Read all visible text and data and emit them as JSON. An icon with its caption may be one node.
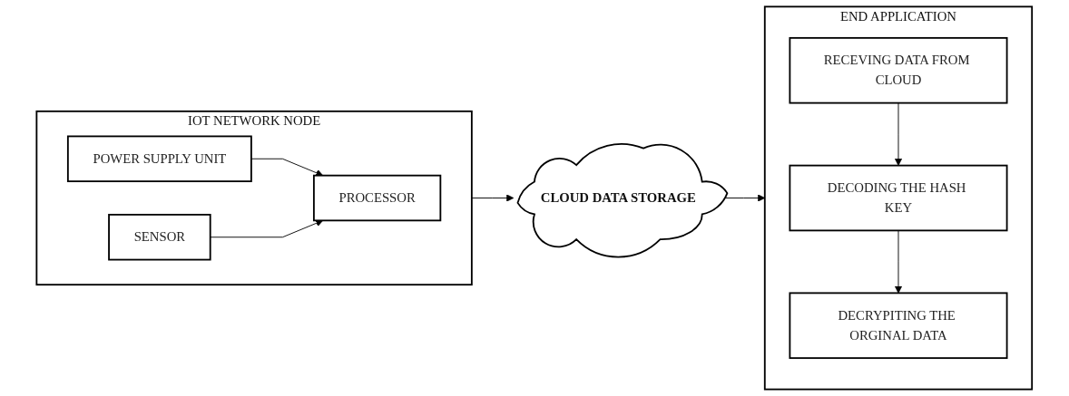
{
  "diagram": {
    "nodes": [
      {
        "text": [
          "IOT NETWORK NODE"
        ]
      },
      {
        "text": [
          "POWER SUPPLY UNIT"
        ],
        "in": 0
      },
      {
        "text": [
          "SENSOR"
        ],
        "in": 0
      },
      {
        "text": [
          "PROCESSOR"
        ],
        "in": 0
      },
      {
        "text": [
          "CLOUD DATA STORAGE"
        ]
      },
      {
        "text": [
          "END APPLICATION"
        ]
      },
      {
        "text": [
          "RECEVING DATA FROM CLOUD"
        ],
        "in": 5
      },
      {
        "text": [
          "DECODING THE HASH KEY"
        ],
        "in": 5
      },
      {
        "text": [
          "DECRYPITING THE ORGINAL DATA"
        ],
        "in": 5
      }
    ],
    "edges": [
      {
        "from": 1,
        "to": 3,
        "arrow": "to"
      },
      {
        "from": 2,
        "to": 3,
        "arrow": "to"
      },
      {
        "from": 0,
        "to": 4,
        "arrow": "to"
      },
      {
        "from": 4,
        "to": 5,
        "arrow": "to"
      },
      {
        "from": 6,
        "to": 7,
        "arrow": "to"
      },
      {
        "from": 7,
        "to": 8,
        "arrow": "to"
      }
    ]
  }
}
